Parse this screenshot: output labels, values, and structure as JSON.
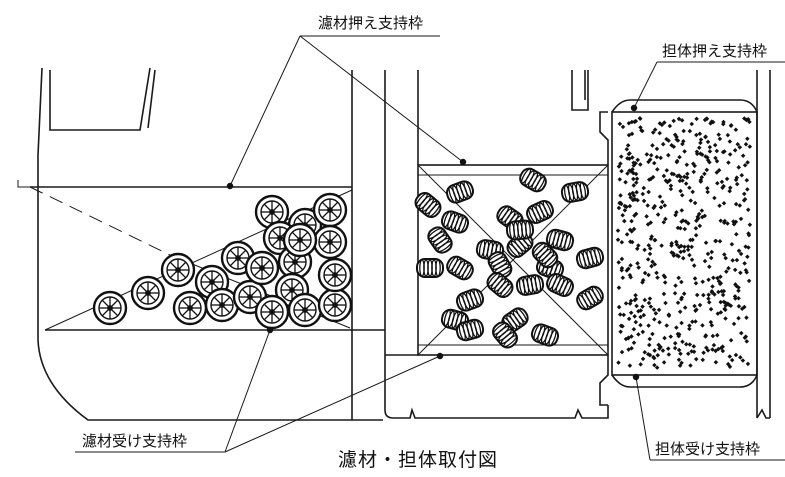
{
  "labels": {
    "filter_top_holder": "濾材押え支持枠",
    "filter_bottom_holder": "濾材受け支持枠",
    "carrier_top_holder": "担体押え支持枠",
    "carrier_bottom_holder": "担体受け支持枠"
  },
  "caption": "濾材・担体取付図"
}
